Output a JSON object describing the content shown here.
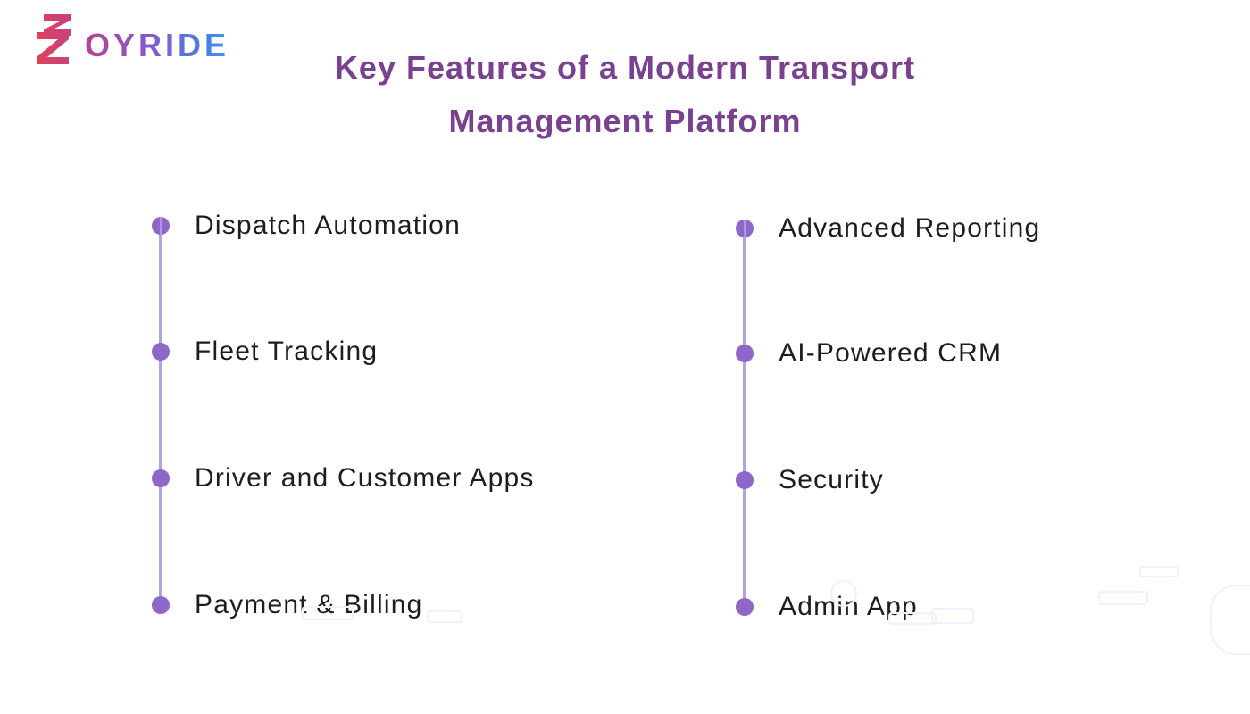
{
  "page": {
    "background": "#ffffff"
  },
  "logo": {
    "brand": "ZOYRIDE",
    "monogram": "double-z-monogram",
    "wordmark_after_monogram": "OYRIDE",
    "gradient": [
      "#e8404f",
      "#b0459c",
      "#8559cf",
      "#4a7ee0",
      "#3fa9f5"
    ]
  },
  "title": {
    "line1": "Key Features of a Modern Transport",
    "line2": "Management Platform",
    "color": "#7a4191"
  },
  "features": {
    "left": [
      "Dispatch Automation",
      "Fleet Tracking",
      "Driver and Customer Apps",
      "Payment & Billing"
    ],
    "right": [
      "Advanced Reporting",
      "AI-Powered CRM",
      "Security",
      "Admin App"
    ]
  },
  "style_colors": {
    "bullet": "#8d68c8",
    "line": "#b5a1dc",
    "text": "#1d1d1f"
  }
}
